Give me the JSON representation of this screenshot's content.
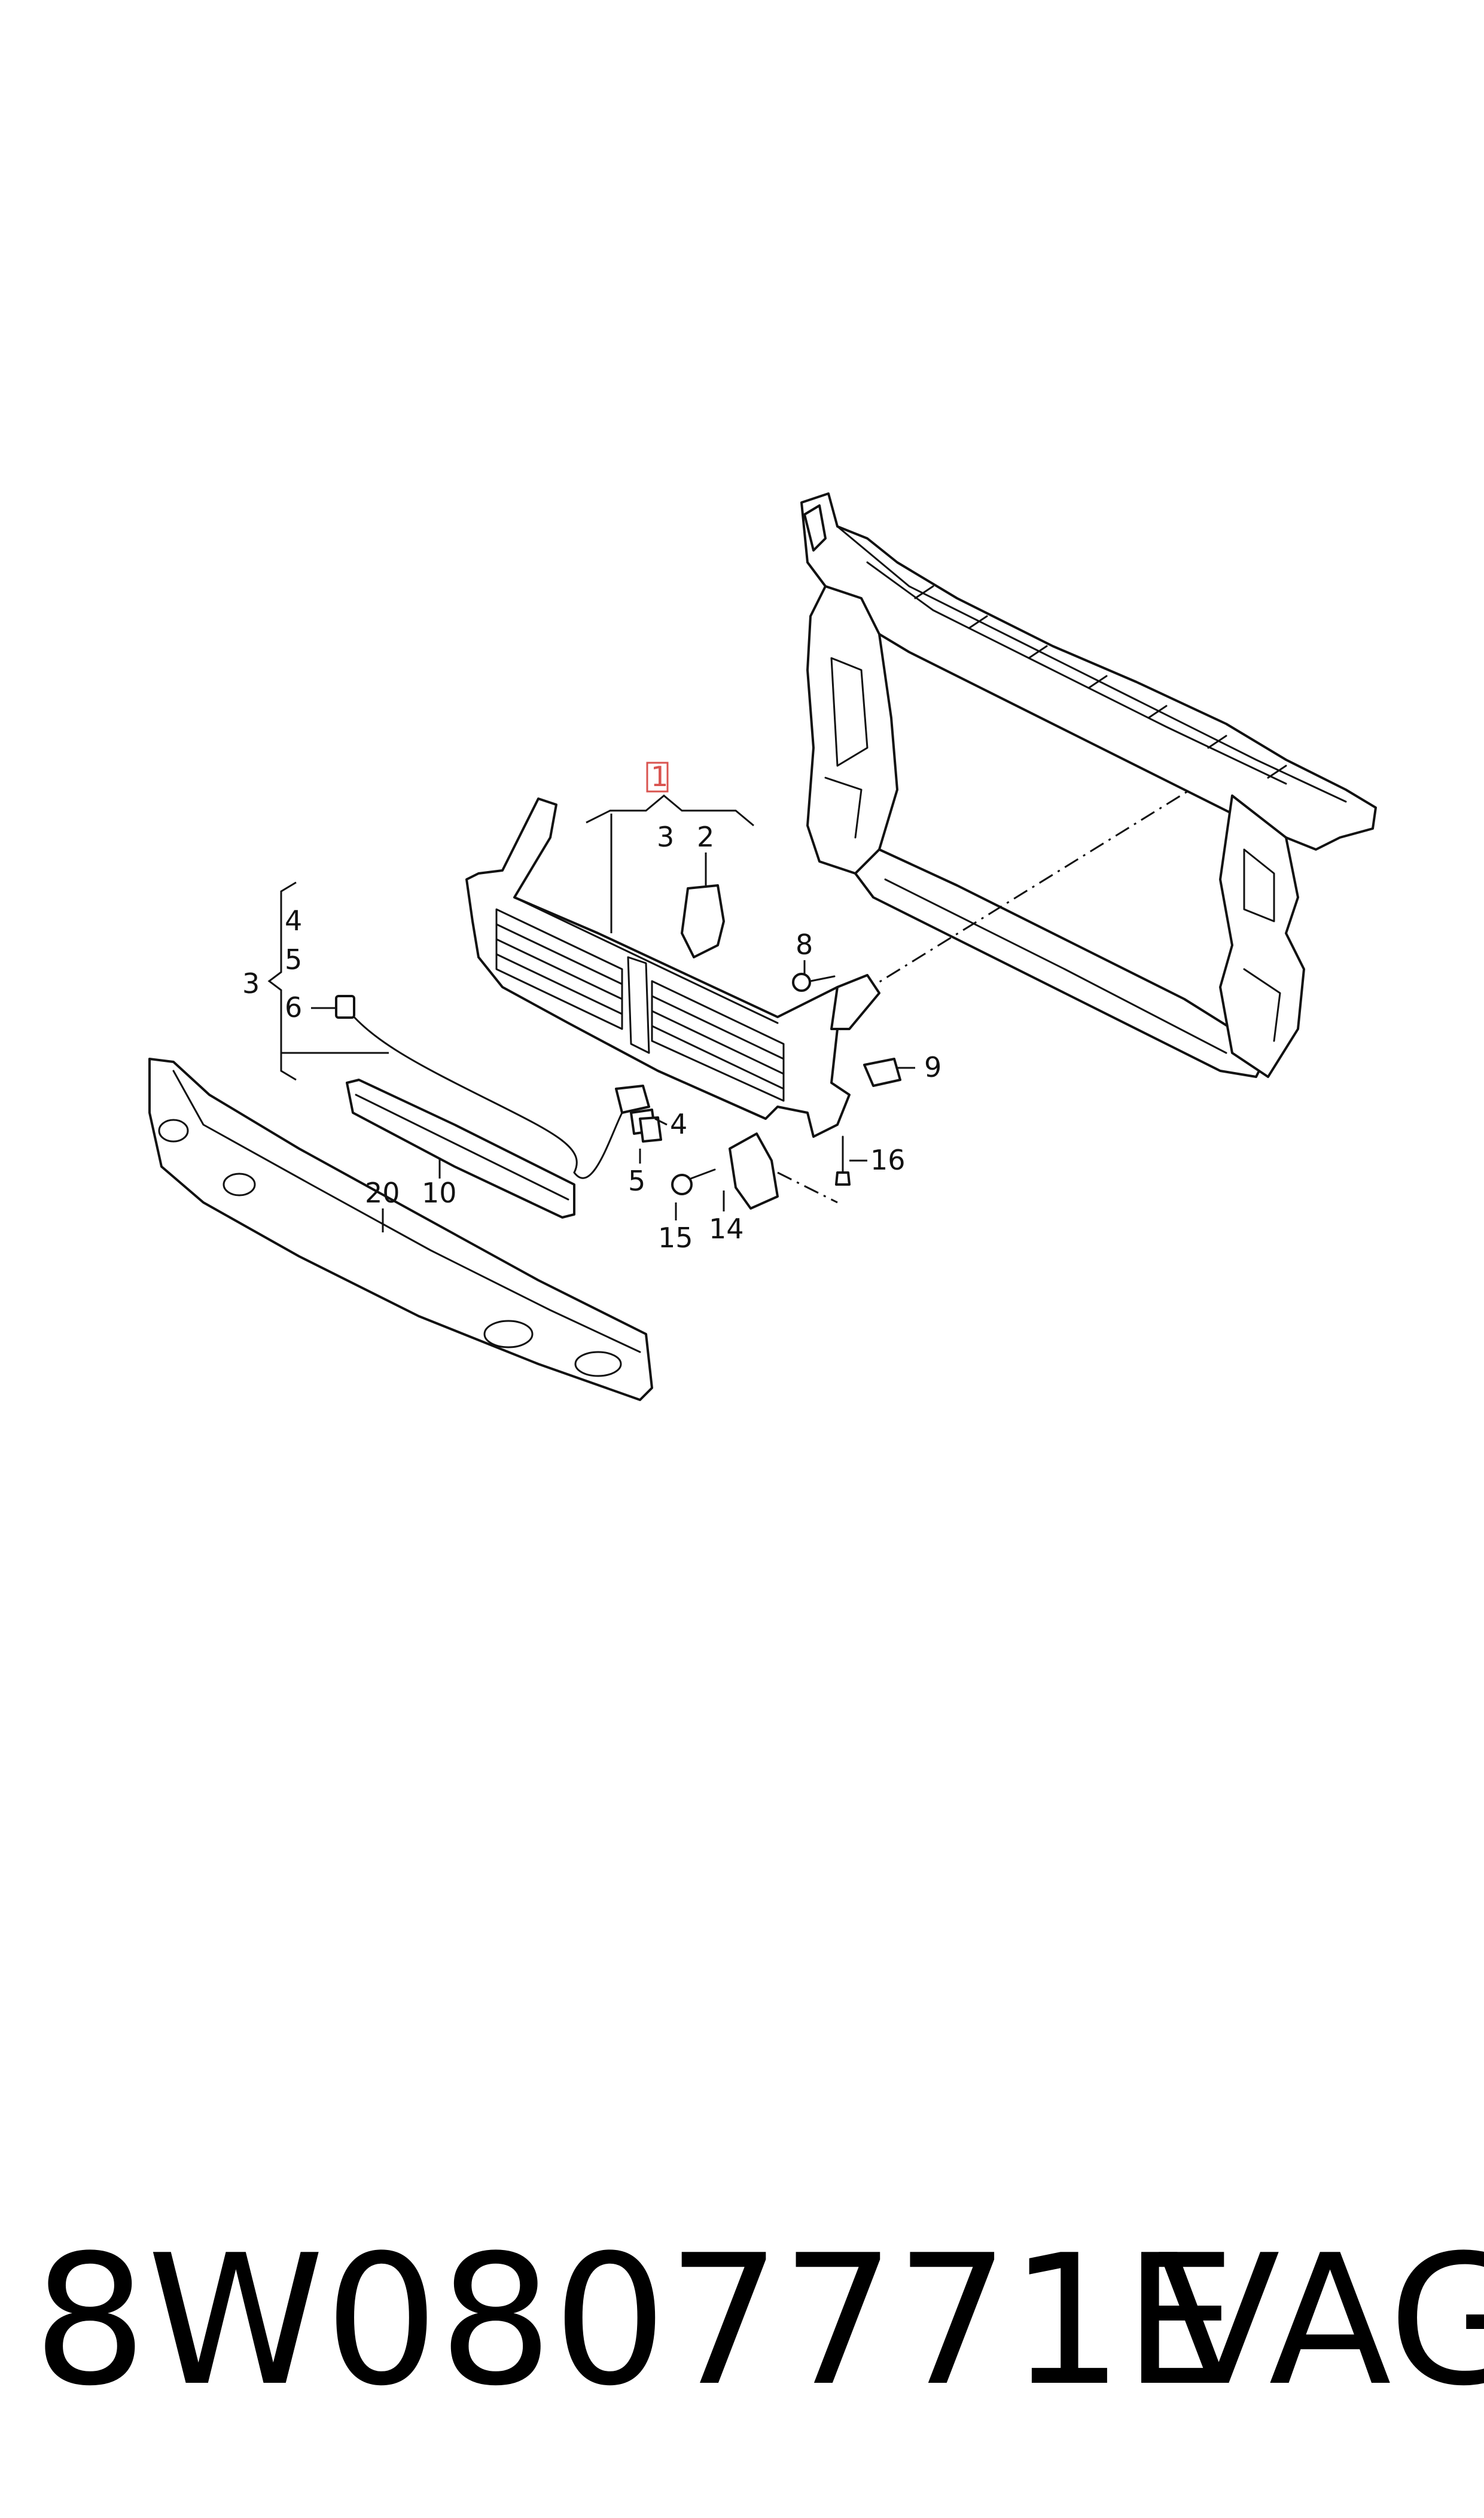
{
  "diagram": {
    "callouts": {
      "c1": "1",
      "c2": "2",
      "c3_top": "3",
      "c3_left": "3",
      "c4_left": "4",
      "c5_left": "5",
      "c6": "6",
      "c8": "8",
      "c9": "9",
      "c4": "4",
      "c5": "5",
      "c16": "16",
      "c10": "10",
      "c20": "20",
      "c14": "14",
      "c15": "15"
    },
    "highlight_color": "#d9534f",
    "line_color": "#111111"
  },
  "caption": {
    "part_number": "8W0807771E",
    "brand": "VAG"
  }
}
